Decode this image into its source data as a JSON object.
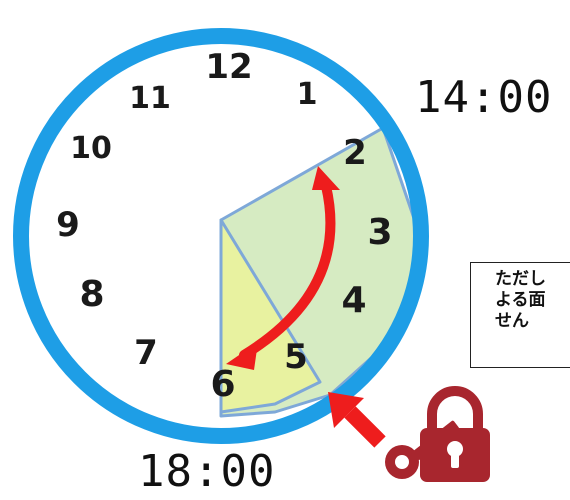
{
  "clock": {
    "numerals": [
      "12",
      "1",
      "2",
      "3",
      "4",
      "5",
      "6",
      "7",
      "8",
      "9",
      "10",
      "11"
    ]
  },
  "labels": {
    "start_time": "14:00",
    "end_time": "18:00"
  },
  "note": {
    "lines": [
      "ただし",
      "よる面",
      "せん"
    ]
  },
  "icons": {
    "lock": "padlock-icon",
    "key": "key-icon"
  },
  "colors": {
    "clock_rim": "#1e9ee6",
    "sector_fill": "#d6ebc2",
    "sector_highlight": "#e8f2a0",
    "sector_outline": "#7ea8d8",
    "arrow": "#ee1d1d",
    "lock": "#a8262e"
  }
}
